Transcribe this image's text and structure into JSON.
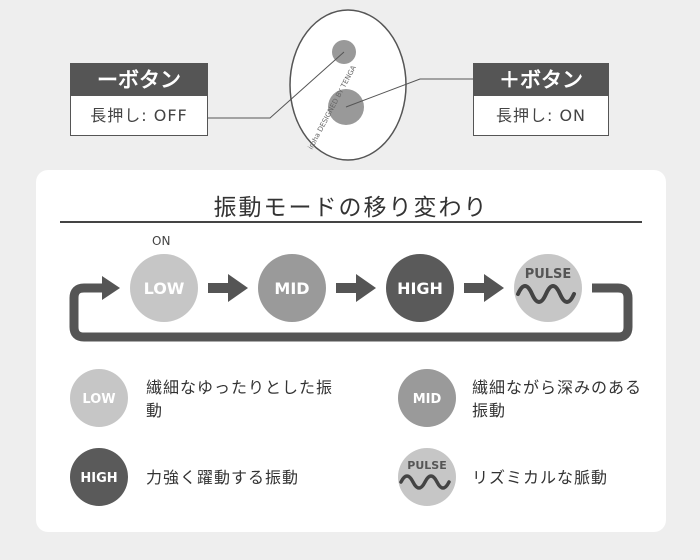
{
  "device": {
    "brand_text": "iroha DESIGNED BY TENGA",
    "minus_button": {
      "title": "ーボタン",
      "action": "長押し: OFF"
    },
    "plus_button": {
      "title": "＋ボタン",
      "action": "長押し: ON"
    }
  },
  "panel": {
    "title": "振動モードの移り変わり",
    "on_label": "ON",
    "modes": [
      {
        "label": "LOW",
        "color": "#c6c6c6"
      },
      {
        "label": "MID",
        "color": "#9a9a9a"
      },
      {
        "label": "HIGH",
        "color": "#5a5a5a"
      },
      {
        "label": "PULSE",
        "color": "#c6c6c6"
      }
    ],
    "legend": [
      {
        "mode": "LOW",
        "description": "繊細なゆったりとした振動"
      },
      {
        "mode": "MID",
        "description": "繊細ながら深みのある振動"
      },
      {
        "mode": "HIGH",
        "description": "力強く躍動する振動"
      },
      {
        "mode": "PULSE",
        "description": "リズミカルな脈動"
      }
    ]
  },
  "colors": {
    "dark": "#555555",
    "low": "#c6c6c6",
    "mid": "#9a9a9a",
    "high": "#5a5a5a",
    "background": "#eeeeee"
  }
}
